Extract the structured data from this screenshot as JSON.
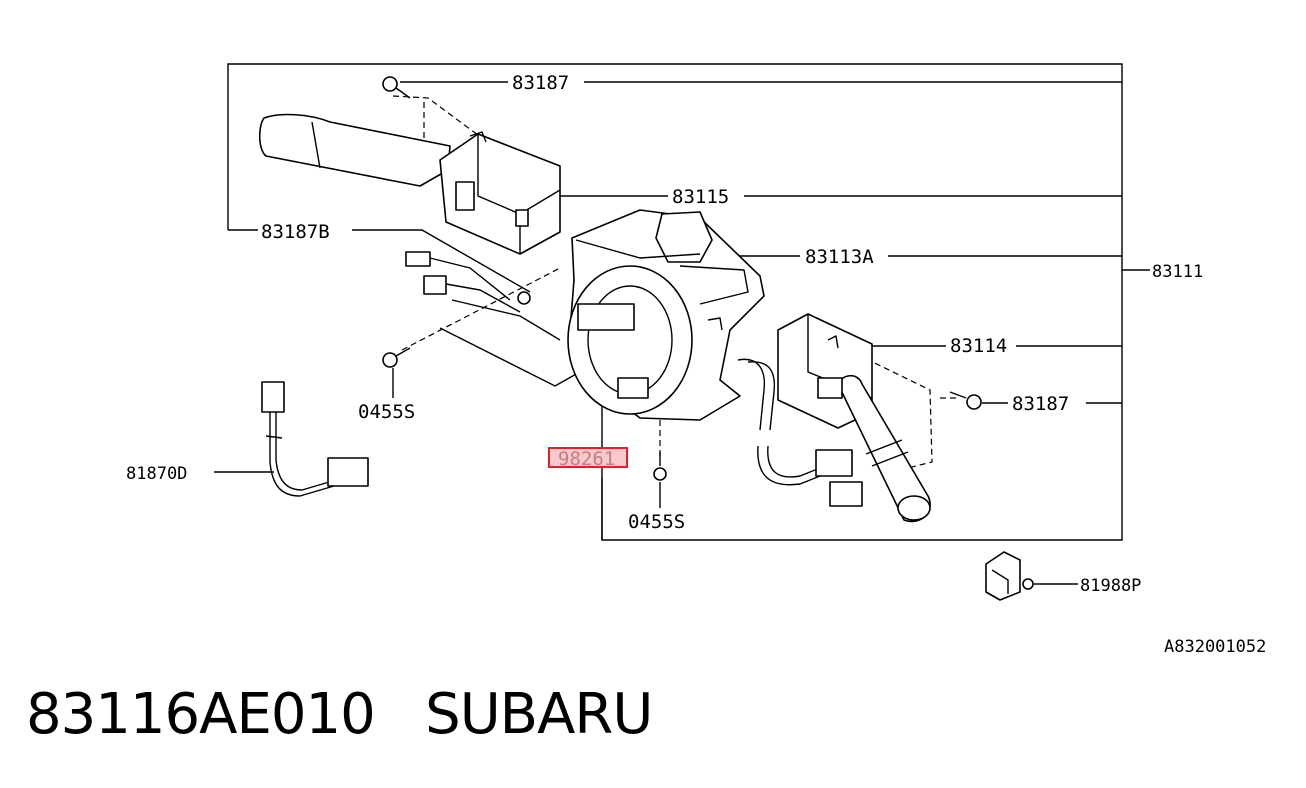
{
  "diagram": {
    "labels": {
      "p83187_top": "83187",
      "p83115": "83115",
      "p83187b": "83187B",
      "p83113a": "83113A",
      "p83111": "83111",
      "p83114": "83114",
      "p83187_right": "83187",
      "p0455s_left": "0455S",
      "p98261": "98261",
      "p0455s_bottom": "0455S",
      "p81870d": "81870D",
      "p81988p": "81988P"
    },
    "reference_code": "A832001052",
    "highlight_color": "#e0202a",
    "highlight_fill": "#f6c9cc"
  },
  "caption": {
    "part_number": "83116AE010",
    "brand": "SUBARU"
  }
}
